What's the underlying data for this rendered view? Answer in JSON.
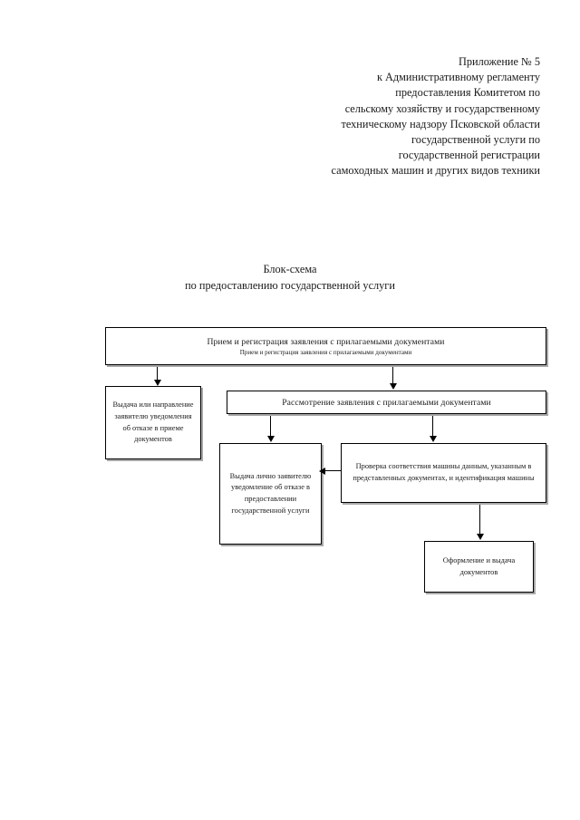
{
  "document": {
    "header_lines": [
      "Приложение № 5",
      "к Административному регламенту",
      "предоставления Комитетом по",
      "сельскому хозяйству и государственному",
      "техническому надзору Псковской области",
      "государственной услуги по",
      "государственной регистрации",
      "самоходных машин и других видов техники"
    ],
    "title_lines": [
      "Блок-схема",
      "по предоставлению государственной услуги"
    ]
  },
  "flowchart": {
    "type": "flowchart",
    "nodes": [
      {
        "id": "intake",
        "primary_text": "Прием и регистрация заявления с прилагаемыми  документами",
        "secondary_text": "Прием и регистрация заявления с прилагаемыми  документами"
      },
      {
        "id": "refuse-accept",
        "primary_text": "Выдача или направление заявителю уведомления об отказе в приеме документов"
      },
      {
        "id": "review",
        "primary_text": "Рассмотрение заявления  с прилагаемыми документами"
      },
      {
        "id": "refuse-service",
        "primary_text": "Выдача лично заявителю уведомление об отказе в предоставлении государственной услуги"
      },
      {
        "id": "verify",
        "primary_text": "Проверка соответствия машины данным, указанным в представленных документах, и идентификация машины"
      },
      {
        "id": "issue",
        "primary_text": "Оформление и выдача документов"
      }
    ],
    "edges": [
      {
        "from": "intake",
        "to": "refuse-accept",
        "direction": "down"
      },
      {
        "from": "intake",
        "to": "review",
        "direction": "down"
      },
      {
        "from": "review",
        "to": "refuse-service",
        "direction": "down"
      },
      {
        "from": "review",
        "to": "verify",
        "direction": "down"
      },
      {
        "from": "verify",
        "to": "refuse-service",
        "direction": "left"
      },
      {
        "from": "verify",
        "to": "issue",
        "direction": "down"
      }
    ]
  },
  "colors": {
    "page_background": "#ffffff",
    "text": "#1a1a1a",
    "node_border": "#000000",
    "node_shadow": "#a8a8a8",
    "connector": "#000000"
  }
}
